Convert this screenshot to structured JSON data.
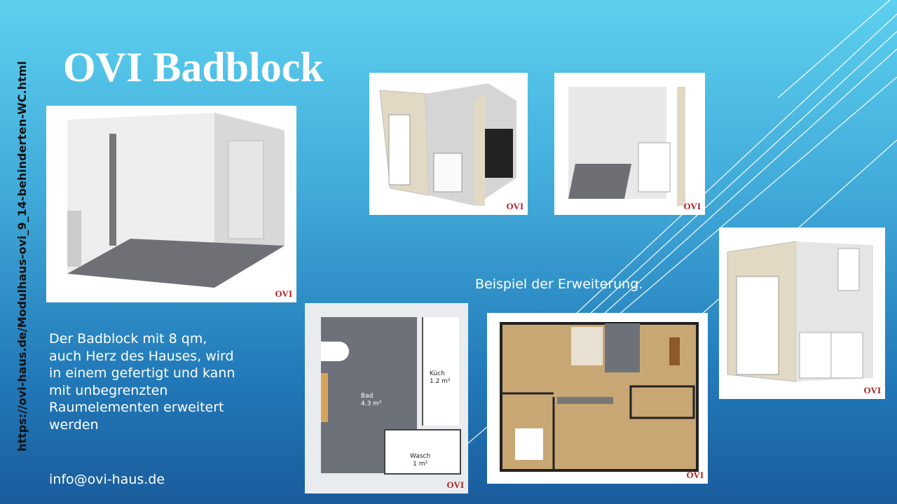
{
  "slide": {
    "title": "OVI Badblock",
    "vertical_link": "https://ovi-haus.de/Modulhaus-ovi_9_14-behinderten-WC.html",
    "description_lines": [
      "Der Badblock mit 8 qm,",
      "auch Herz des Hauses, wird",
      "in einem gefertigt und kann",
      "mit unbegrenzten",
      "Raumelementen erweitert",
      "werden"
    ],
    "email": "info@ovi-haus.de",
    "extension_caption": "Beispiel der Erweiterung.",
    "logo_text": "OVI",
    "floorplan": {
      "rooms": [
        {
          "name": "Bad",
          "area": "4.3 m²"
        },
        {
          "name": "Küch",
          "area": "1.2 m²"
        },
        {
          "name": "Wasch",
          "area": "1 m²"
        }
      ]
    }
  },
  "colors": {
    "accent_logo": "#b01a1a",
    "text": "#ffffff"
  }
}
